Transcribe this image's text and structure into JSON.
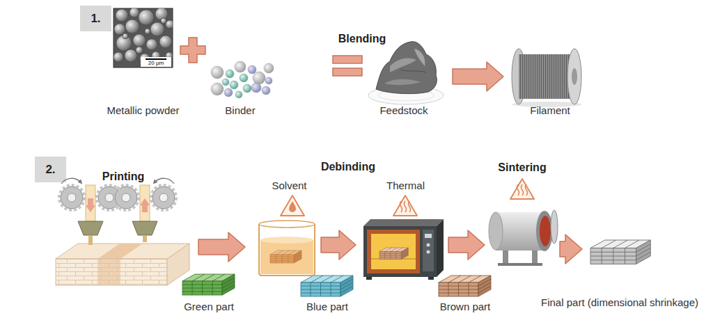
{
  "diagram": {
    "nodes": [
      {
        "text": [
          "Metallic powder"
        ]
      },
      {
        "text": [
          "Binder"
        ]
      },
      {
        "text": [
          "Feedstock"
        ]
      },
      {
        "text": [
          "Filament"
        ]
      },
      {
        "text": [
          "Printing",
          "Green part"
        ]
      },
      {
        "text": [
          "Solvent",
          "Blue part"
        ]
      },
      {
        "text": [
          "Thermal",
          "Brown part"
        ]
      },
      {
        "text": [
          "Sintering"
        ]
      },
      {
        "text": [
          "Final part (dimensional shrinkage)"
        ]
      }
    ],
    "edges": [
      {
        "from": 2,
        "to": 3,
        "arrow": "to"
      },
      {
        "from": 4,
        "to": 5,
        "arrow": "to"
      },
      {
        "from": 5,
        "to": 6,
        "arrow": "to"
      },
      {
        "from": 6,
        "to": 7,
        "arrow": "to"
      },
      {
        "from": 7,
        "to": 8,
        "arrow": "to"
      }
    ],
    "labels": [
      "1.",
      "20 μm",
      "Blending",
      "2.",
      "Debinding"
    ]
  }
}
